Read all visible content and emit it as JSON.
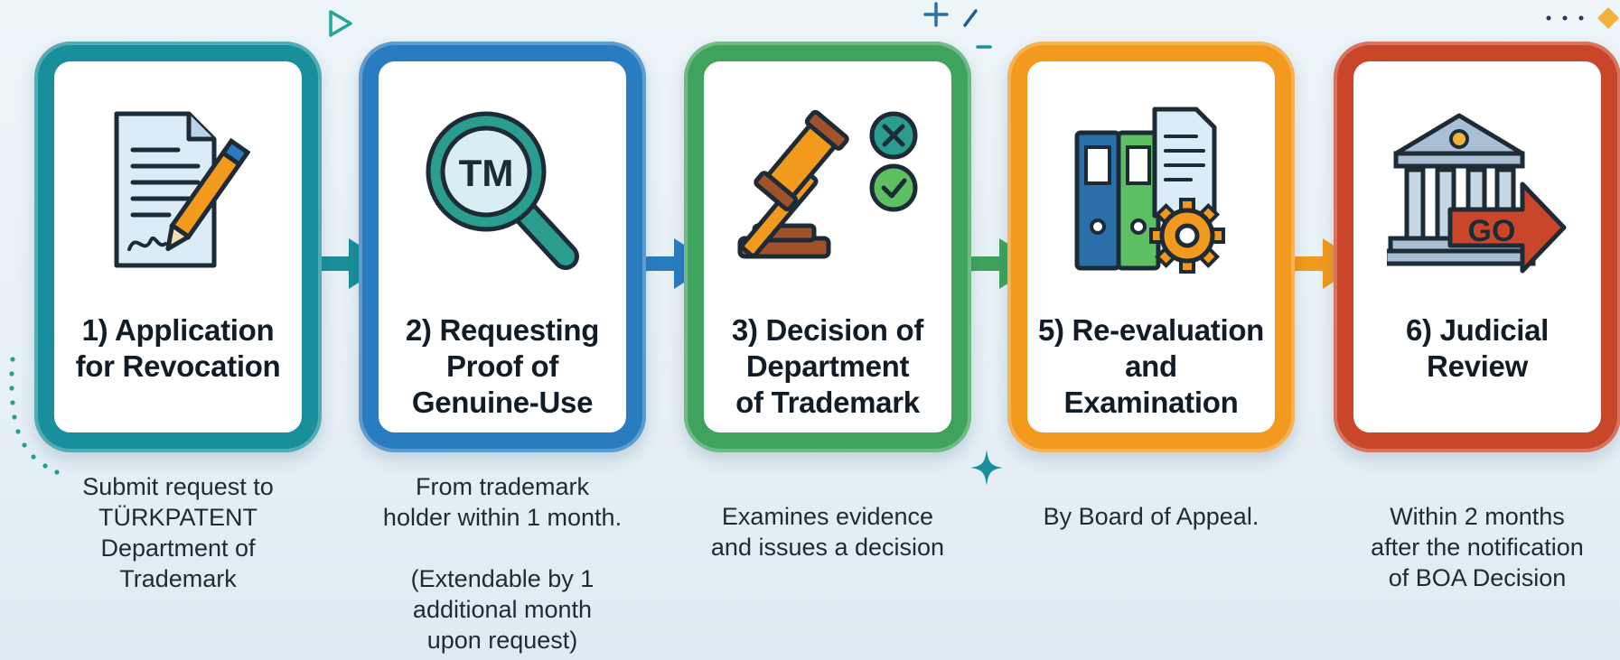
{
  "colors": {
    "teal": "#1a8f9c",
    "blue": "#2a7cc0",
    "green": "#3fa35d",
    "orange": "#f29a1d",
    "red": "#c9462a"
  },
  "steps": [
    {
      "title": "1) Application\nfor Revocation",
      "description": "Submit request to\nTÜRKPATENT\nDepartment of\nTrademark",
      "icon": "document-with-pencil-icon",
      "color": "#1a8f9c"
    },
    {
      "title": "2) Requesting\nProof of\nGenuine-Use",
      "description": "From trademark\nholder within 1 month.\n\n(Extendable by 1\nadditional month\nupon request)",
      "icon": "magnifier-trademark-icon",
      "icon_text": "TM",
      "color": "#2a7cc0"
    },
    {
      "title": "3) Decision of\nDepartment\nof Trademark",
      "description": "Examines evidence\nand issues a decision",
      "icon": "gavel-with-check-and-x-icon",
      "color": "#3fa35d"
    },
    {
      "title": "5) Re-evaluation\nand\nExamination",
      "description": "By Board of Appeal.",
      "icon": "binders-and-gear-icon",
      "color": "#f29a1d"
    },
    {
      "title": "6) Judicial\nReview",
      "description": "Within 2 months\nafter the notification\nof BOA Decision",
      "icon": "courthouse-go-arrow-icon",
      "icon_text": "GO",
      "color": "#c9462a"
    }
  ]
}
